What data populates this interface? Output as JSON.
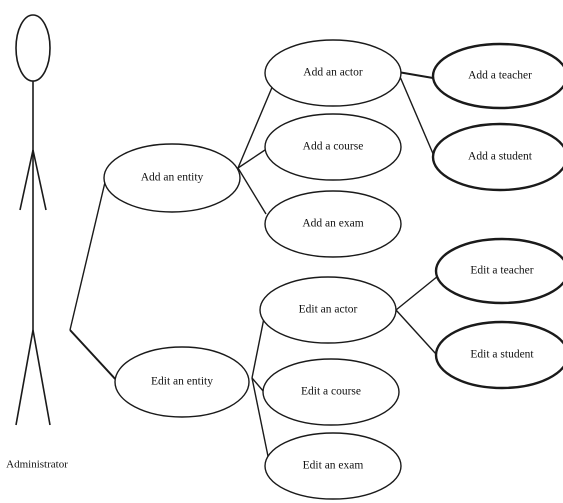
{
  "actor": {
    "label": "Administrator"
  },
  "use_cases": {
    "add_entity": "Add an entity",
    "add_actor": "Add an actor",
    "add_course": "Add a course",
    "add_exam": "Add an exam",
    "add_teacher": "Add a teacher",
    "add_student": "Add a student",
    "edit_entity": "Edit an entity",
    "edit_actor": "Edit an actor",
    "edit_course": "Edit a course",
    "edit_exam": "Edit an exam",
    "edit_teacher": "Edit a teacher",
    "edit_student": "Edit a student"
  }
}
